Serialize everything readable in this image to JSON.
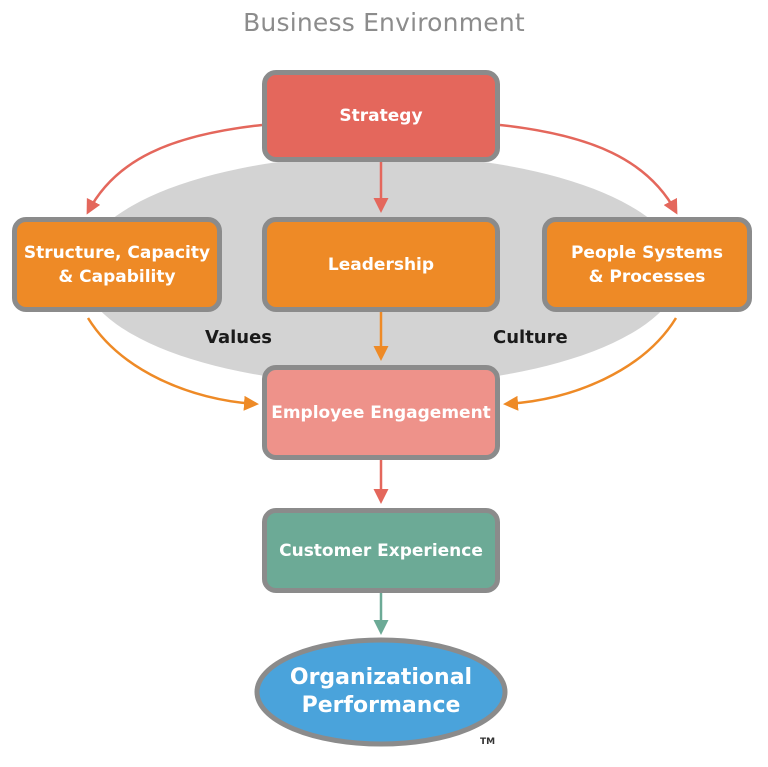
{
  "title": "Business Environment",
  "nodes": {
    "strategy": "Strategy",
    "structure": "Structure, Capacity\n& Capability",
    "leadership": "Leadership",
    "people": "People Systems\n& Processes",
    "engagement": "Employee Engagement",
    "customer": "Customer Experience",
    "performance": "Organizational\nPerformance"
  },
  "labels": {
    "values": "Values",
    "culture": "Culture",
    "trademark": "TM"
  },
  "colors": {
    "strategy": "#e4675c",
    "orange": "#ee8a26",
    "engagement": "#ee928a",
    "customer": "#6caa96",
    "performance": "#4aa3db",
    "border": "#8b8b8b",
    "oval": "#d3d3d3",
    "arrow_red": "#e4675c",
    "arrow_orange": "#ee8a26",
    "arrow_green": "#6caa96"
  }
}
